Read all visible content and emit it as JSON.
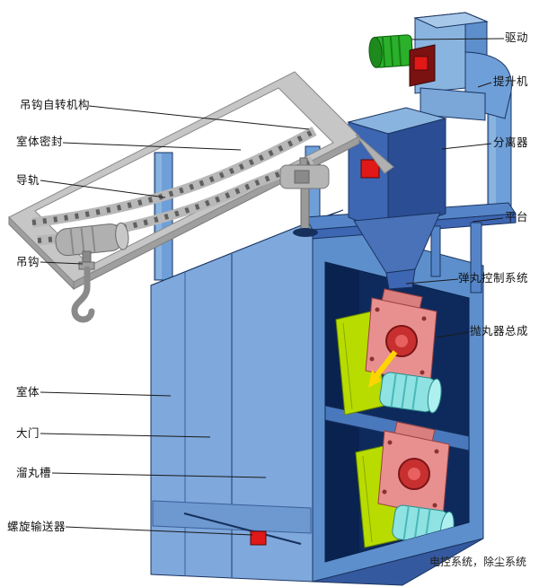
{
  "labels_left": [
    {
      "text": "吊钩自转机构"
    },
    {
      "text": "室体密封"
    },
    {
      "text": "导轨"
    },
    {
      "text": "吊钩"
    },
    {
      "text": "室体"
    },
    {
      "text": "大门"
    },
    {
      "text": "溜丸槽"
    },
    {
      "text": "螺旋输送器"
    }
  ],
  "labels_right": [
    {
      "text": "驱动"
    },
    {
      "text": "提升机"
    },
    {
      "text": "分离器"
    },
    {
      "text": "平台"
    },
    {
      "text": "弹丸控制系统"
    },
    {
      "text": "抛丸器总成"
    }
  ],
  "footer_note": "电控系统，除尘系统",
  "colors": {
    "chamber_light": "#7fa8dc",
    "chamber_mid": "#5d8fcc",
    "chamber_interior_dark": "#0e2a5c",
    "separator_blue": "#2a4d94",
    "rail_frame_gray": "#c6c6c6",
    "drive_motor_green": "#2ab02a",
    "blast_housing_pink": "#e89090",
    "blast_hub_red": "#c83030",
    "plate_green": "#b8dc00",
    "motor_cyan": "#8fe2e2",
    "marker_red": "#e01818"
  }
}
